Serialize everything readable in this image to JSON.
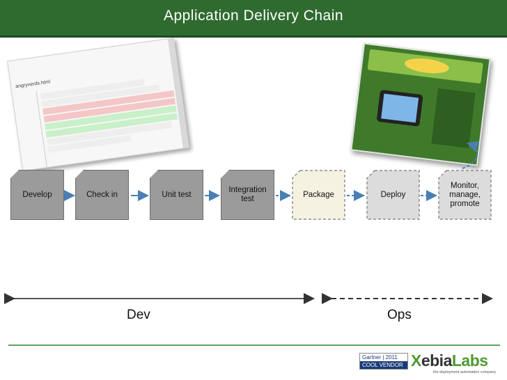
{
  "header": {
    "title": "Application Delivery Chain"
  },
  "code_screenshot": {
    "filename": "angrynerds.html"
  },
  "steps": [
    {
      "label": "Develop",
      "style": "solid"
    },
    {
      "label": "Check in",
      "style": "solid"
    },
    {
      "label": "Unit test",
      "style": "solid"
    },
    {
      "label": "Integration test",
      "style": "solid"
    },
    {
      "label": "Package",
      "style": "dashed"
    },
    {
      "label": "Deploy",
      "style": "dashed"
    },
    {
      "label": "Monitor, manage, promote",
      "style": "dashed"
    }
  ],
  "phases": {
    "dev": "Dev",
    "ops": "Ops"
  },
  "footer": {
    "gartner_top": "Gartner | 2011",
    "gartner_bottom": "COOL VENDOR",
    "brand_x": "X",
    "brand_mid": "ebia",
    "brand_end": "Labs",
    "tagline": "the deployment automation company"
  },
  "colors": {
    "header": "#2f6b2f",
    "solid_step": "#9b9b9b",
    "package_fill": "#f5f2e2",
    "dashed_step": "#dcdcdc",
    "arrow": "#4a7fb5",
    "footer_line": "#5aa35a"
  }
}
